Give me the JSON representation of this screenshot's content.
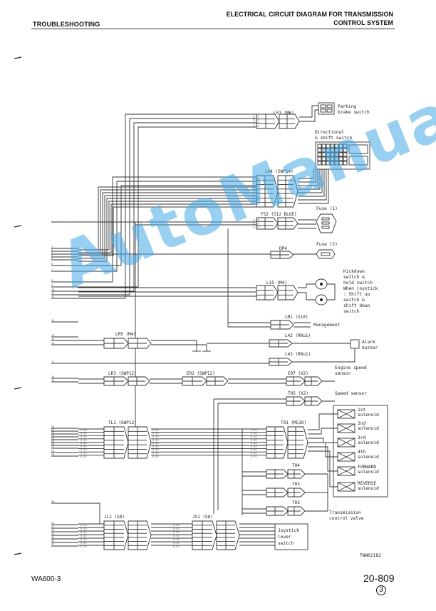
{
  "header": {
    "section": "TROUBLESHOOTING",
    "title_line1": "ELECTRICAL CIRCUIT DIAGRAM FOR TRANSMISSION",
    "title_line2": "CONTROL SYSTEM"
  },
  "footer": {
    "model": "WA600-3",
    "page": "20-809",
    "revision": "3"
  },
  "watermark": "AutoManual",
  "diagram": {
    "drawing_code": "TWN02182",
    "connectors": {
      "l01": "L01 (M6)",
      "l04": "L04 (SWP14)",
      "fs2": "FS2 (S12 BLUE)",
      "dp4": "DP4",
      "l15": "L15 (M4)",
      "lm1": "LM1 (S10)",
      "lr5": "LR5 (M4)",
      "l42": "L42 (RRu1)",
      "l43": "L43 (RRu1)",
      "lr3": "LR3 (SWP12)",
      "er2": "ER2 (SWP12)",
      "e07": "E07 (X2)",
      "t05": "T05 (X2)",
      "tl1": "TL1 (SWP12)",
      "t01": "T01 (MS10)",
      "t04": "T04",
      "t03": "T03",
      "t02": "T02",
      "jl2": "JL2 (S8)",
      "js1": "JS1 (S8)"
    },
    "components": {
      "parking_1": "Parking",
      "parking_2": "brake switch",
      "directional_1": "Directional",
      "directional_2": "& shift switch",
      "fuse1": "Fuse (1)",
      "fuse2": "Fuse (2)",
      "kickdown_1": "Kickdown",
      "kickdown_2": "switch &",
      "kickdown_3": "hold switch",
      "kickdown_4": "When joystick",
      "kickdown_5": ": Shift up",
      "kickdown_6": "switch &",
      "kickdown_7": "shift down",
      "kickdown_8": "switch",
      "management": "Management",
      "alarm_1": "Alarm",
      "alarm_2": "buzzer",
      "engine_1": "Engine speed",
      "engine_2": "sensor",
      "speed": "Speed sensor",
      "sol1_a": "1st",
      "sol1_b": "solenoid",
      "sol2_a": "2nd",
      "sol2_b": "solenoid",
      "sol3_a": "3rd",
      "sol3_b": "solenoid",
      "sol4_a": "4th",
      "sol4_b": "solenoid",
      "solf_a": "FORWARD",
      "solf_b": "solenoid",
      "solr_a": "REVERSE",
      "solr_b": "solenoid",
      "tcv_1": "Transmission",
      "tcv_2": "control valve",
      "joy_1": "Joystick",
      "joy_2": "lever",
      "joy_3": "switch"
    },
    "left_terminals": [
      "1",
      "2",
      "3",
      "4",
      "5",
      "6",
      "7",
      "8",
      "9",
      "10",
      "11",
      "12",
      "13",
      "14",
      "15",
      "16",
      "17",
      "18",
      "19",
      "20",
      "21",
      "22",
      "23",
      "24",
      "25",
      "26",
      "27",
      "28",
      "29",
      "30",
      "31",
      "32",
      "33",
      "34",
      "35",
      "36",
      "37"
    ]
  },
  "colors": {
    "watermark": "#46aae6",
    "ink": "#222222"
  }
}
